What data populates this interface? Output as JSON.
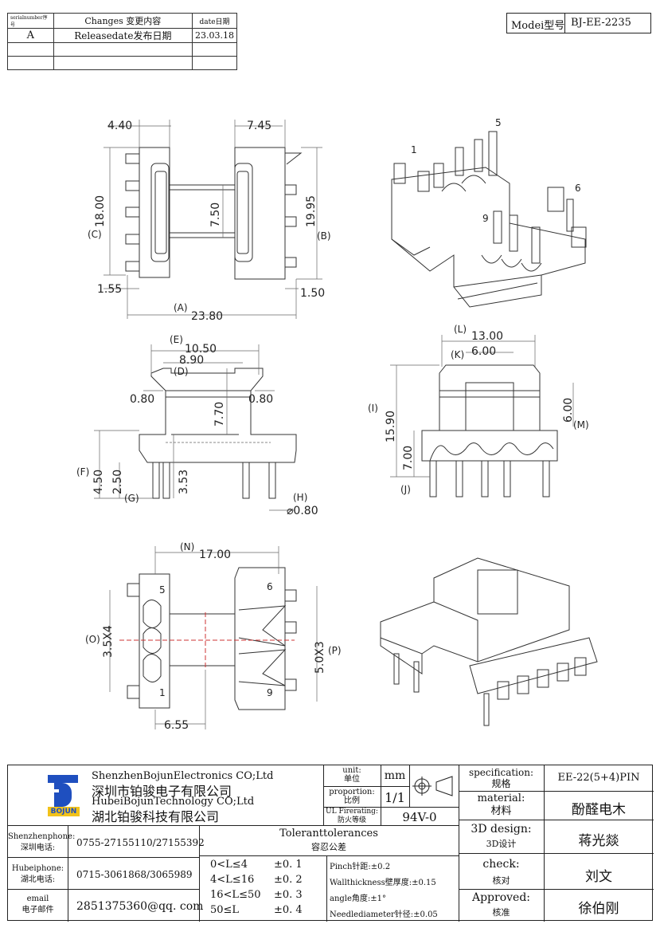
{
  "revision": {
    "headers": [
      "serialnumber序号",
      "Changes 变更内容",
      "date日期"
    ],
    "rows": [
      [
        "A",
        "Releasedate发布日期",
        "23.03.18"
      ],
      [
        "",
        "",
        ""
      ],
      [
        "",
        "",
        ""
      ]
    ]
  },
  "model": {
    "label": "Modei型号",
    "value": "BJ-EE-2235"
  },
  "dims": {
    "d1": "4.40",
    "d2": "7.45",
    "d3": "18.00",
    "d4": "7.50",
    "d5": "19.95",
    "d6": "1.55",
    "d7": "1.50",
    "d8": "23.80",
    "d9": "10.50",
    "d10": "8.90",
    "d11": "0.80",
    "d12": "7.70",
    "d13": "0.80",
    "d14": "4.50",
    "d15": "2.50",
    "d16": "3.53",
    "d17": "⌀0.80",
    "d18": "13.00",
    "d19": "6.00",
    "d20": "15.90",
    "d21": "6.00",
    "d22": "7.00",
    "d23": "17.00",
    "d24": "3.5X4",
    "d25": "5.0X3",
    "d26": "6.55"
  },
  "labels": {
    "A": "(A)",
    "B": "(B)",
    "C": "(C)",
    "D": "(D)",
    "E": "(E)",
    "F": "(F)",
    "G": "(G)",
    "H": "(H)",
    "I": "(I)",
    "J": "(J)",
    "K": "(K)",
    "L": "(L)",
    "M": "(M)",
    "N": "(N)",
    "O": "(O)",
    "P": "(P)"
  },
  "pins": {
    "p1": "1",
    "p5": "5",
    "p6": "6",
    "p9": "9",
    "b5": "5",
    "b1": "1",
    "b6": "6",
    "b9": "9"
  },
  "company": {
    "logo": "BOJUN",
    "en1": "ShenzhenBojunElectronics CO;Ltd",
    "cn1": "深圳市铂骏电子有限公司",
    "en2": "HubeiBojunTechnology CO;Ltd",
    "cn2": "湖北铂骏科技有限公司"
  },
  "unit": {
    "label": "unit:",
    "label_cn": "单位",
    "value": "mm"
  },
  "proportion": {
    "label": "proportion:",
    "label_cn": "比例",
    "value": "1/1"
  },
  "ul": {
    "label": "UL Firerating:",
    "label_cn": "防火等级",
    "value": "94V-0"
  },
  "spec": {
    "label": "specification:",
    "label_cn": "规格",
    "value": "EE-22(5+4)PIN"
  },
  "material": {
    "label": "material:",
    "label_cn": "材料",
    "value": "酚醛电木"
  },
  "design": {
    "label": "3D design:",
    "label_cn": "3D设计",
    "value": "蒋光燚"
  },
  "check": {
    "label": "check:",
    "label_cn": "核对",
    "value": "刘文"
  },
  "approved": {
    "label": "Approved:",
    "label_cn": "核准",
    "value": "徐伯刚"
  },
  "contacts": [
    {
      "label": "Shenzhenphone:",
      "label_cn": "深圳电话:",
      "value": "0755-27155110/27155392"
    },
    {
      "label": "Hubeiphone:",
      "label_cn": "湖北电话:",
      "value": "0715-3061868/3065989"
    },
    {
      "label": "email",
      "label_cn": "电子邮件",
      "value": "2851375360@qq. com"
    }
  ],
  "tolerances": {
    "title": "Toleranttolerances",
    "title_cn": "容忍公差",
    "ranges": [
      "0<L≤4",
      "4<L≤16",
      "16<L≤50",
      "50≤L"
    ],
    "values": [
      "±0. 1",
      "±0. 2",
      "±0. 3",
      "±0. 4"
    ],
    "notes": [
      "Pinch针距:±0.2",
      "Wallthickness壁厚度:±0.15",
      "angle角度:±1°",
      "Needlediameter针径:±0.05"
    ]
  }
}
